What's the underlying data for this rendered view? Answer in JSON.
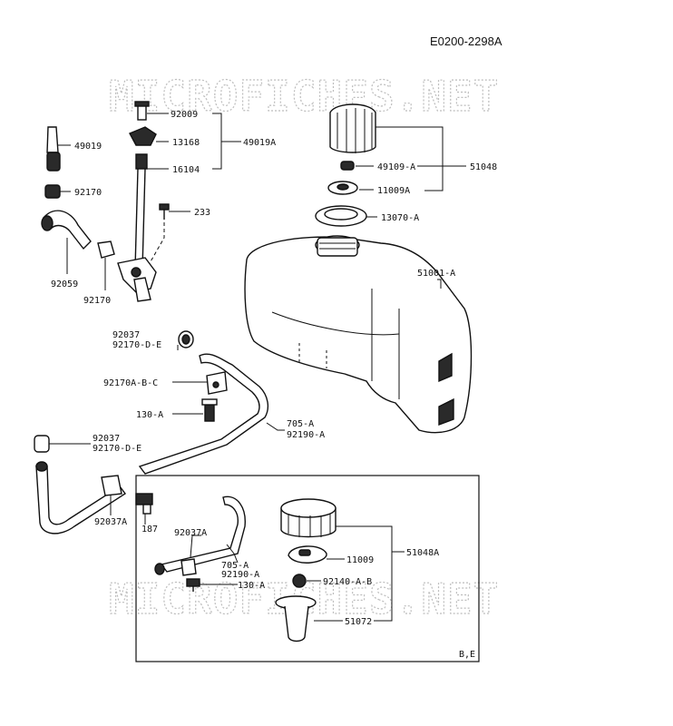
{
  "header": {
    "diagram_code": "E0200-2298A"
  },
  "watermark": {
    "text": "MICROFICHES.NET"
  },
  "inset": {
    "variant_label": "B,E"
  },
  "labels": {
    "l92009": "92009",
    "l13168": "13168",
    "l49019A": "49019A",
    "l16104": "16104",
    "l49019": "49019",
    "l92170a": "92170",
    "l233": "233",
    "l92059": "92059",
    "l92170b": "92170",
    "l49109A": "49109-A",
    "l51048": "51048",
    "l11009A": "11009A",
    "l13070A": "13070-A",
    "l51001A": "51001-A",
    "l92037a": "92037",
    "l92170DEa": "92170-D-E",
    "l92170ABC": "92170A-B-C",
    "l130Aa": "130-A",
    "l705Aa": "705-A",
    "l92190Aa": "92190-A",
    "l92037b": "92037",
    "l92170DEb": "92170-D-E",
    "l92037A": "92037A",
    "l187": "187",
    "l92037Ab": "92037A",
    "l705Ab": "705-A",
    "l92190Ab": "92190-A",
    "l130Ab": "130-A",
    "l11009": "11009",
    "l51048A": "51048A",
    "l92140AB": "92140-A-B",
    "l51072": "51072"
  }
}
